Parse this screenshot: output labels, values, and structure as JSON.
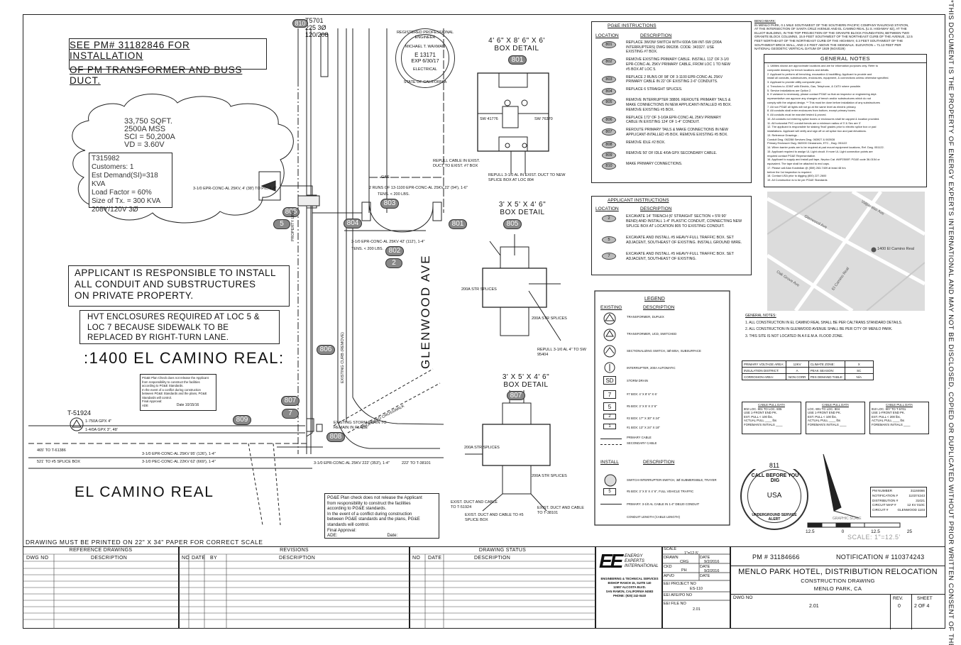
{
  "header": {
    "see_pm_line1": "SEE PM# 31182846 FOR INSTALLATION",
    "see_pm_line2": "OF PM TRANSFORMER AND BUSS DUCT.",
    "cloud_stats": [
      "33,750 SQFT.",
      "2500A MSS",
      "SCI = 50,200A",
      "VD = 3.60V"
    ],
    "transformer_box": [
      "T315982",
      "Customers: 1",
      "Est Demand(SI)=318 KVA",
      "Load Factor = 60%",
      "Size of Tx. = 300 KVA",
      "208Y/120V 3Ø"
    ],
    "applicant_note": [
      "APPLICANT IS RESPONSIBLE TO INSTALL",
      "ALL CONDUIT AND SUBSTRUCTURES",
      "ON PRIVATE PROPERTY."
    ],
    "hvt_note": [
      "HVT ENCLOSURES REQUIRED AT LOC 5 &",
      "LOC 7 BECAUSE SIDEWALK TO BE",
      "REPLACED BY RIGHT-TURN LANE."
    ],
    "address": ":1400 EL CAMINO REAL:",
    "street_el_camino": "EL CAMINO REAL",
    "street_glenwood": "GLENWOOD AVE",
    "print_note": "DRAWING MUST BE PRINTED ON 22\" X 34\" PAPER FOR CORRECT SCALE",
    "t5701": [
      "T5701",
      "225 3Ø",
      "120/208"
    ],
    "t51924": "T-51924",
    "stamp": [
      "REGISTERED PROFESSIONAL ENGINEER",
      "MICHAEL T. WAXMAN",
      "E 13171",
      "EXP 6/30/17",
      "ELECTRICAL",
      "STATE OF CALIFORNIA"
    ],
    "plan_check_small": [
      "PG&E Plan Check does not release the Applicant",
      "from responsibility to construct the facilities",
      "according to PG&E Standards.",
      "In the event of a conflict during construction",
      "between PG&E Standards and the plans, PG&E",
      "Standards will control.",
      "Final Approval:",
      "ADE",
      "Date 10/15/16"
    ],
    "plan_check_large": [
      "PG&E Plan check does not release the Applicant",
      "from responsibility to construct the facilities",
      "according to PG&E standards.",
      "In the event of a conflict during construction",
      "between PG&E standards and the plans, PG&E",
      "standards will control.",
      "Final Approval:",
      "ADE:",
      "Date:"
    ]
  },
  "map_labels": {
    "property_line": "PROPERTY LINE",
    "gas": "GAS",
    "proposed_crosswalk": "PROPOSED CROSSWALK",
    "existing_curb": "EXISTING CURB (REMOVE)",
    "existing_storm_drain": "EXISTING STORM DRAIN TO REMAIN IN PLACE",
    "conductor_labels": [
      "3-1/0 EPR-CONC-AL 25KV, 4' (38') TO P/L, 1-4\"",
      "2 RUNS OF 13-1100 EPR-CONC-AL 25KV 22' (94'), 1-6\"",
      "TENS. < 200 LBS.",
      "3-1/0 EPR-CONC-AL 25KV 42' (112'), 1-4\"",
      "TENS. < 200 LBS.",
      "1-750A GPX 4\"",
      "1-4/0A GPX 3\", 48'",
      "3-1/0 EPR-CONC-AL 25KV 95' (126'), 1-4\"",
      "3-1/0 PEC-CONC-AL 22KV 62' (669'), 1-4\"",
      "3-1/0 EPR-CONC-AL 25KV 222' (353'), 1-4\"",
      "222' TO T-38101",
      "465' TO T-61386",
      "521' TO #5 SPLICE BOX",
      "REPULL CABLE IN EXIST. DUCT TO EXIST. #7 BOX",
      "REPULL 3-1/0 AL IN EXIST. DUCT TO NEW SPLICE BOX AT LOC 804",
      "REPULL 3-1/0 AL 4\" TO SW 95404",
      "EXIST. DUCT AND CABLE TO T-51924",
      "EXIST. DUCT AND CABLE TO #5 SPLICE BOX",
      "EXIST. DUCT AND CABLE TO T-38101"
    ],
    "location_badges": [
      "810",
      "805",
      "804",
      "803",
      "801",
      "805",
      "802",
      "806",
      "807",
      "809",
      "808",
      "5",
      "7",
      "2",
      "7",
      "7"
    ]
  },
  "box_details": [
    {
      "title": "4' 6\" X 8' 6\" X 6'",
      "subtitle": "BOX DETAIL",
      "loc": "801",
      "sw_left": "SW 41776",
      "sw_right": "SW 76370"
    },
    {
      "title": "3' X 5' X 4' 6\"",
      "subtitle": "BOX DETAIL",
      "loc": "805",
      "splice_left": "200A STR SPLICES",
      "splice_right": "200A STR SPLICES"
    },
    {
      "title": "3' X 5' X 4' 6\"",
      "subtitle": "BOX DETAIL",
      "loc": "807",
      "splice_left": "200A STR SPLICES",
      "splice_right": "200A STR SPLICES"
    }
  ],
  "pge_instructions": {
    "title": "PG&E INSTRUCTIONS",
    "col_location": "LOCATION",
    "col_description": "DESCRIPTION",
    "rows": [
      {
        "loc": "801",
        "text": [
          "REPLACE 3W/3W SWITCH WITH 600A SW-INT-SW (200A",
          "INTERRUPTERS) DWG 066208. CODE: 343327. USE",
          "EXISTING #7 BOX."
        ]
      },
      {
        "loc": "802",
        "text": [
          "REMOVE EXISTING PRIMARY CABLE. INSTALL 112' OF 3-1/0",
          "EPR-CONC-AL 25KV PRIMARY CABLE, FROM LOC 1 TO NEW",
          "#5 BOX AT LOC 5."
        ]
      },
      {
        "loc": "803",
        "text": [
          "REPLACE 2 RUNS OF 98' OF 3-1100 EPR-CONC-AL 25KV",
          "PRIMARY CABLE IN 22' OF EXISTING 2-6\" CONDUITS."
        ]
      },
      {
        "loc": "804",
        "text": [
          "REPLACE 6 STRAIGHT SPLICES."
        ]
      },
      {
        "loc": "805",
        "text": [
          "REMOVE INTERRUPTER 38806. REROUTE PRIMARY TAILS &",
          "MAKE CONNECTIONS IN NEW APPLICANT-INTALLED #5 BOX.",
          "REMOVE EXISTING #5 BOX."
        ]
      },
      {
        "loc": "806",
        "text": [
          "REPLACE 172' OF 3-1/0A EPR-CONC-AL 25KV PRIMARY",
          "CABLE IN EXISTING 124' OF 1-4\" CONDUIT."
        ]
      },
      {
        "loc": "807",
        "text": [
          "REROUTE PRIMARY TAILS & MAKE CONNECTIONS IN NEW",
          "APPLICANT-INTALLED #5 BOX. REMOVE EXISTING #5 BOX."
        ]
      },
      {
        "loc": "808",
        "text": [
          "REMOVE IDLE #2 BOX."
        ]
      },
      {
        "loc": "809",
        "text": [
          "REMOVE 50' OF IDLE 4/0A GPX SECONDARY CABLE."
        ]
      },
      {
        "loc": "810",
        "text": [
          "MAKE PRIMARY CONNECTIONS."
        ]
      }
    ]
  },
  "applicant_instructions": {
    "title": "APPLICANT INSTRUCTIONS",
    "col_location": "LOCATION",
    "col_description": "DESCRIPTION",
    "rows": [
      {
        "loc": "2",
        "text": [
          "EXCAVATE 14' TRENCH (6' STRAIGHT SECTION + 5'R 90'",
          "BEND) AND INSTALL 1-4\" PLASTIC CONDUIT, CONNECTING NEW",
          "SPLICE BOX AT LOCATION 805 TO EXISTING CONDUIT."
        ]
      },
      {
        "loc": "5",
        "text": [
          "EXCAVATE AND INSTALL #5 HEAVY-FULL TRAFFIC BOX. SET",
          "ADJACENT, SOUTHEAST OF EXISTING. INSTALL GROUND WIRE."
        ]
      },
      {
        "loc": "7",
        "text": [
          "EXCAVATE AND INSTALL #5 HEAVY-FULL TRAFFIC BOX. SET",
          "ADJACENT, SOUTHEAST OF EXISTING."
        ]
      }
    ]
  },
  "legend": {
    "title": "LEGEND",
    "existing": "EXISTING",
    "description": "DESCRIPTION",
    "existing_items": [
      "TRANSFORMER, DUPLEX",
      "TRANSFORMER, UCD, SWITCHED",
      "SECTIONALIZING SWITCH, 3Ø 600A, SUBSURFACE",
      "INTERRUPTER, 200A AUTOMATIC",
      "STORM DRAIN",
      "#7 BOX: 4' X 8' 6\" X 6'",
      "#5 BOX: 3' X 5' X 3' 6\"",
      "#2 BOX: 17\" X 30\" X 24\"",
      "#1 BOX: 13\" X 24\" X 18\"",
      "PRIMARY CABLE",
      "SECONDARY CABLE"
    ],
    "install": "INSTALL",
    "install_items": [
      "SWITCH-INTERRUPTER-SWITCH, 3Ø SUBMERSIBLE, TRAYER",
      "#5 BOX: 3' X 5' X 4' 6\", FULL VEHICLE TRAFFIC",
      "PRIMARY: 3-1/0 AL CABLE IN 1-4\" DB120 CONDUIT",
      "CONDUIT LENGTH (CABLE LENGTH)"
    ],
    "symbols": [
      "SD",
      "7",
      "5",
      "2",
      "1"
    ]
  },
  "benchmark": {
    "title": "BENCHMARK:",
    "text": [
      "IN MENLO PARK, 0.1 MILE SOUTHWEST OF THE SOUTHERN PACIFIC COMPANY RAILROAD STATION,",
      "AT THE INTERSECTION OF SANTA CRUZ AVENUE AND EL CAMINO REAL (U.S. HIGHWAY 82), AT THE",
      "ELLIOT BUILDING, IN THE TOP PROJECTION OF THE GRANITE BLOCK FOUNDATION, BETWEEN TWO",
      "GRANITE BLOCK COLUMNS, 15.9 FEET SOUTHWEST OF THE NORTHEAST CURB OF THE AVENUE, 12.5",
      "FEET NORTHEAST OF THE NORTHEAST CURB OF THE HIGHWAY, 0.3 FEET SOUTHWEST OF THE",
      "SOUTHWEST BRICK WALL, AND 2.0 FEET ABOVE THE SIDEWALK. ELEVATION = 71.13 FEET PER",
      "NATIONAL GEODETIC VERTICAL DATUM OF 1929 (NGVD29)"
    ]
  },
  "general_notes_box": {
    "title": "GENERAL NOTES",
    "notes": [
      "1. Utilities shown are approximate locations and are for information purposes only. Refer to",
      "composite drawing for trench locations and details.",
      "2. Applicant to perform all trenching, excavation & backfilling. Applicant to provide and",
      "install all conduits, substructures, enclosures, equipment, & connections unless otherwise specified.",
      "3. Applicant to provide utility composite plan",
      "4. Trenches to JOINT with Electric, Gas, Telephone, & CATV where possible.",
      "5. Service installations are Option 2.",
      "6. If variance is necessary, please contact PG&E so that an inspector or engineering dept.",
      "representative can approve any changes of trench and/or substructures which do not",
      "comply with the original design. ** This must be done before installation of any substructures",
      "7. All non PG&E all lights will not go at the same level as electric primary.",
      "8. All conduits shall enter enclosures from bottom, except primary boxes.",
      "9. All conduits must be mandrel tested & proved.",
      "10. All conduits not entering splice boxes or enclosures shall be capped & location provided.",
      "11. All horizontal PVC conduit bends are a minimum radius of 3' & Sec are 3'",
      "12. The applicant is responsible for staking 'final' grades prior to electric splice box or pad",
      "installations. Applicant will verify and sign off on all splice box and pad elevations.",
      "13. Reference Drawings -",
      "Conduit Dwg. 062288          Services Dwg. 063927 & 063928",
      "Primary Enclosure Dwg. 062000     Clearances, ETC., Dwg. 051122",
      "14. When barrier posts are to be required at pad mount equipment locations, Ref. Dwg. 051122.",
      "15. Applicant required to assign UL Light circuit. If more UL Light connection points are",
      "required contact PG&E Representative.",
      "16. Applicant to supply and install pull tape, Neptco Cat. #WP2500P, PG&E code 36-0154 or",
      "equivalent. The tape shall be attached to end caps.",
      "17. Please call Alan Kostedian @ (559) 263-7409 at least 48 hrs",
      "before the 1st inspection is required.",
      "18. Contact USA prior to digging (800) 227-2600",
      "19. All Construction is to be per PG&E Standards"
    ]
  },
  "general_notes_lower": {
    "title": "GENERAL NOTES:",
    "notes": [
      "1. ALL CONSTRUCTION IN EL CAMINO REAL SHALL BE PER CALTRANS STANDARD DETAILS.",
      "2. ALL CONSTRUCTION IN GLENWOOD AVENUE SHALL BE PER CITY OF MENLO PARK.",
      "3. THIS SITE IS NOT LOCATED IN A F.E.M.A. FLOOD ZONE."
    ]
  },
  "voltage_table": {
    "rows": [
      [
        "PRIMARY VOLTAGE AREA:",
        "12KV",
        "CLIMATE ZONE:",
        "X"
      ],
      [
        "INSULATION DISTRICT:",
        "A",
        "PEAK SEASON:",
        "SC"
      ],
      [
        "CORROSION AREA:",
        "NON CORR",
        "PES DEMAND TABLE:",
        "N/A"
      ]
    ]
  },
  "cable_pull": [
    {
      "title": "CABLE PULL DATA",
      "loc": "802",
      "lines": [
        "LOC. 801 TO LOC. 805",
        "USE 1-FRONT END PK.",
        "EST. PULL < 100 lbs.",
        "ACTUAL PULL ____ lbs",
        "FOREMAN'S INITIALS ____"
      ]
    },
    {
      "title": "CABLE PULL DATA",
      "loc": "",
      "lines": [
        "LOC. 801 TO LOC. 804",
        "USE 1-FRONT END PK.",
        "EST. PULL < 100 lbs.",
        "ACTUAL PULL ____ lbs",
        "FOREMAN'S INITIALS ____"
      ]
    },
    {
      "title": "CABLE PULL DATA",
      "loc": "810",
      "lines": [
        "LOC. 807 TO T-5701",
        "USE 1-FRONT END PK.",
        "EST. PULL < 200 lbs.",
        "ACTUAL PULL ____ lbs",
        "FOREMAN'S INITIALS ____"
      ]
    }
  ],
  "map_thumbnail": {
    "label": "1400 El Camino Real",
    "streets": [
      "Glenwood Ave",
      "Valparaiso Ave",
      "Oak Grove Ave",
      "El Camino Real"
    ]
  },
  "call_before_dig": {
    "top": "811",
    "ring": "CALL BEFORE YOU DIG",
    "bottom": "UNDERGROUND SERVICE ALERT",
    "center": "USA"
  },
  "scale": {
    "label": "GRAPHIC SCALE",
    "ticks": [
      "12.5",
      "0",
      "12.5",
      "25"
    ],
    "text": "SCALE: 1\"=12.5'"
  },
  "pm_box": [
    [
      "PM NUMBER",
      "31184666"
    ],
    [
      "NOTIFICATION #",
      "110374243"
    ],
    [
      "DISTRIBUTION #",
      "31021"
    ],
    [
      "CIRCUIT MAP #",
      "12 KV 010C"
    ],
    [
      "CIRCUIT #",
      "GLENWOOD 1103"
    ]
  ],
  "title_block": {
    "reference_drawings": "REFERENCE DRAWINGS",
    "dwg_no": "DWG NO",
    "description": "DESCRIPTION",
    "revisions": "REVISIONS",
    "no": "NO",
    "date": "DATE",
    "by": "BY",
    "drawing_status": "DRAWING STATUS",
    "company": [
      "ENERGY",
      "EXPERTS",
      "INTERNATIONAL"
    ],
    "company_address": [
      "ENGINEERING & TECHNICAL SERVICES",
      "BISHOP RANCH 15, SUITE 140",
      "12657 ALCOSTA BLVD.",
      "SAN RAMON, CALIFORNIA 94583",
      "PHONE: (925) 242-0440"
    ],
    "scale_label": "SCALE",
    "scale_value": "1\"=12.5'",
    "drawn_label": "DRAWN",
    "drawn_by": "CRG",
    "drawn_date": "9/2/2016",
    "ckd_label": "CKD",
    "ckd_by": "PH",
    "ckd_date": "9/2/2016",
    "apvd_label": "APVD",
    "date_label": "DATE",
    "project_label": "EEI PROJECT NO",
    "project_no": "ES-110",
    "afe_label": "EEI AFE/PO NO",
    "file_label": "EEI FILE NO",
    "file_no": "2.01",
    "pm": "PM # 31184666",
    "notification": "NOTIFICATION # 110374243",
    "project_title": "MENLO PARK HOTEL, DISTRIBUTION RELOCATION",
    "drawing_type": "CONSTRUCTION DRAWING",
    "city": "MENLO PARK, CA",
    "dwg_no_label": "DWG NO",
    "dwg_no_value": "2.01",
    "rev_label": "REV.",
    "rev_value": "0",
    "sheet_label": "SHEET",
    "sheet_value": "2 OF 4"
  },
  "side_disclaimer": "*THIS DOCUMENT IS THE PROPERTY OF ENERGY EXPERTS INTERNATIONAL AND MAY NOT BE DISCLOSED, COPIED OR DUPLICATED WITHOUT PRIOR WRITTEN CONSENT OF THE OWNER*"
}
